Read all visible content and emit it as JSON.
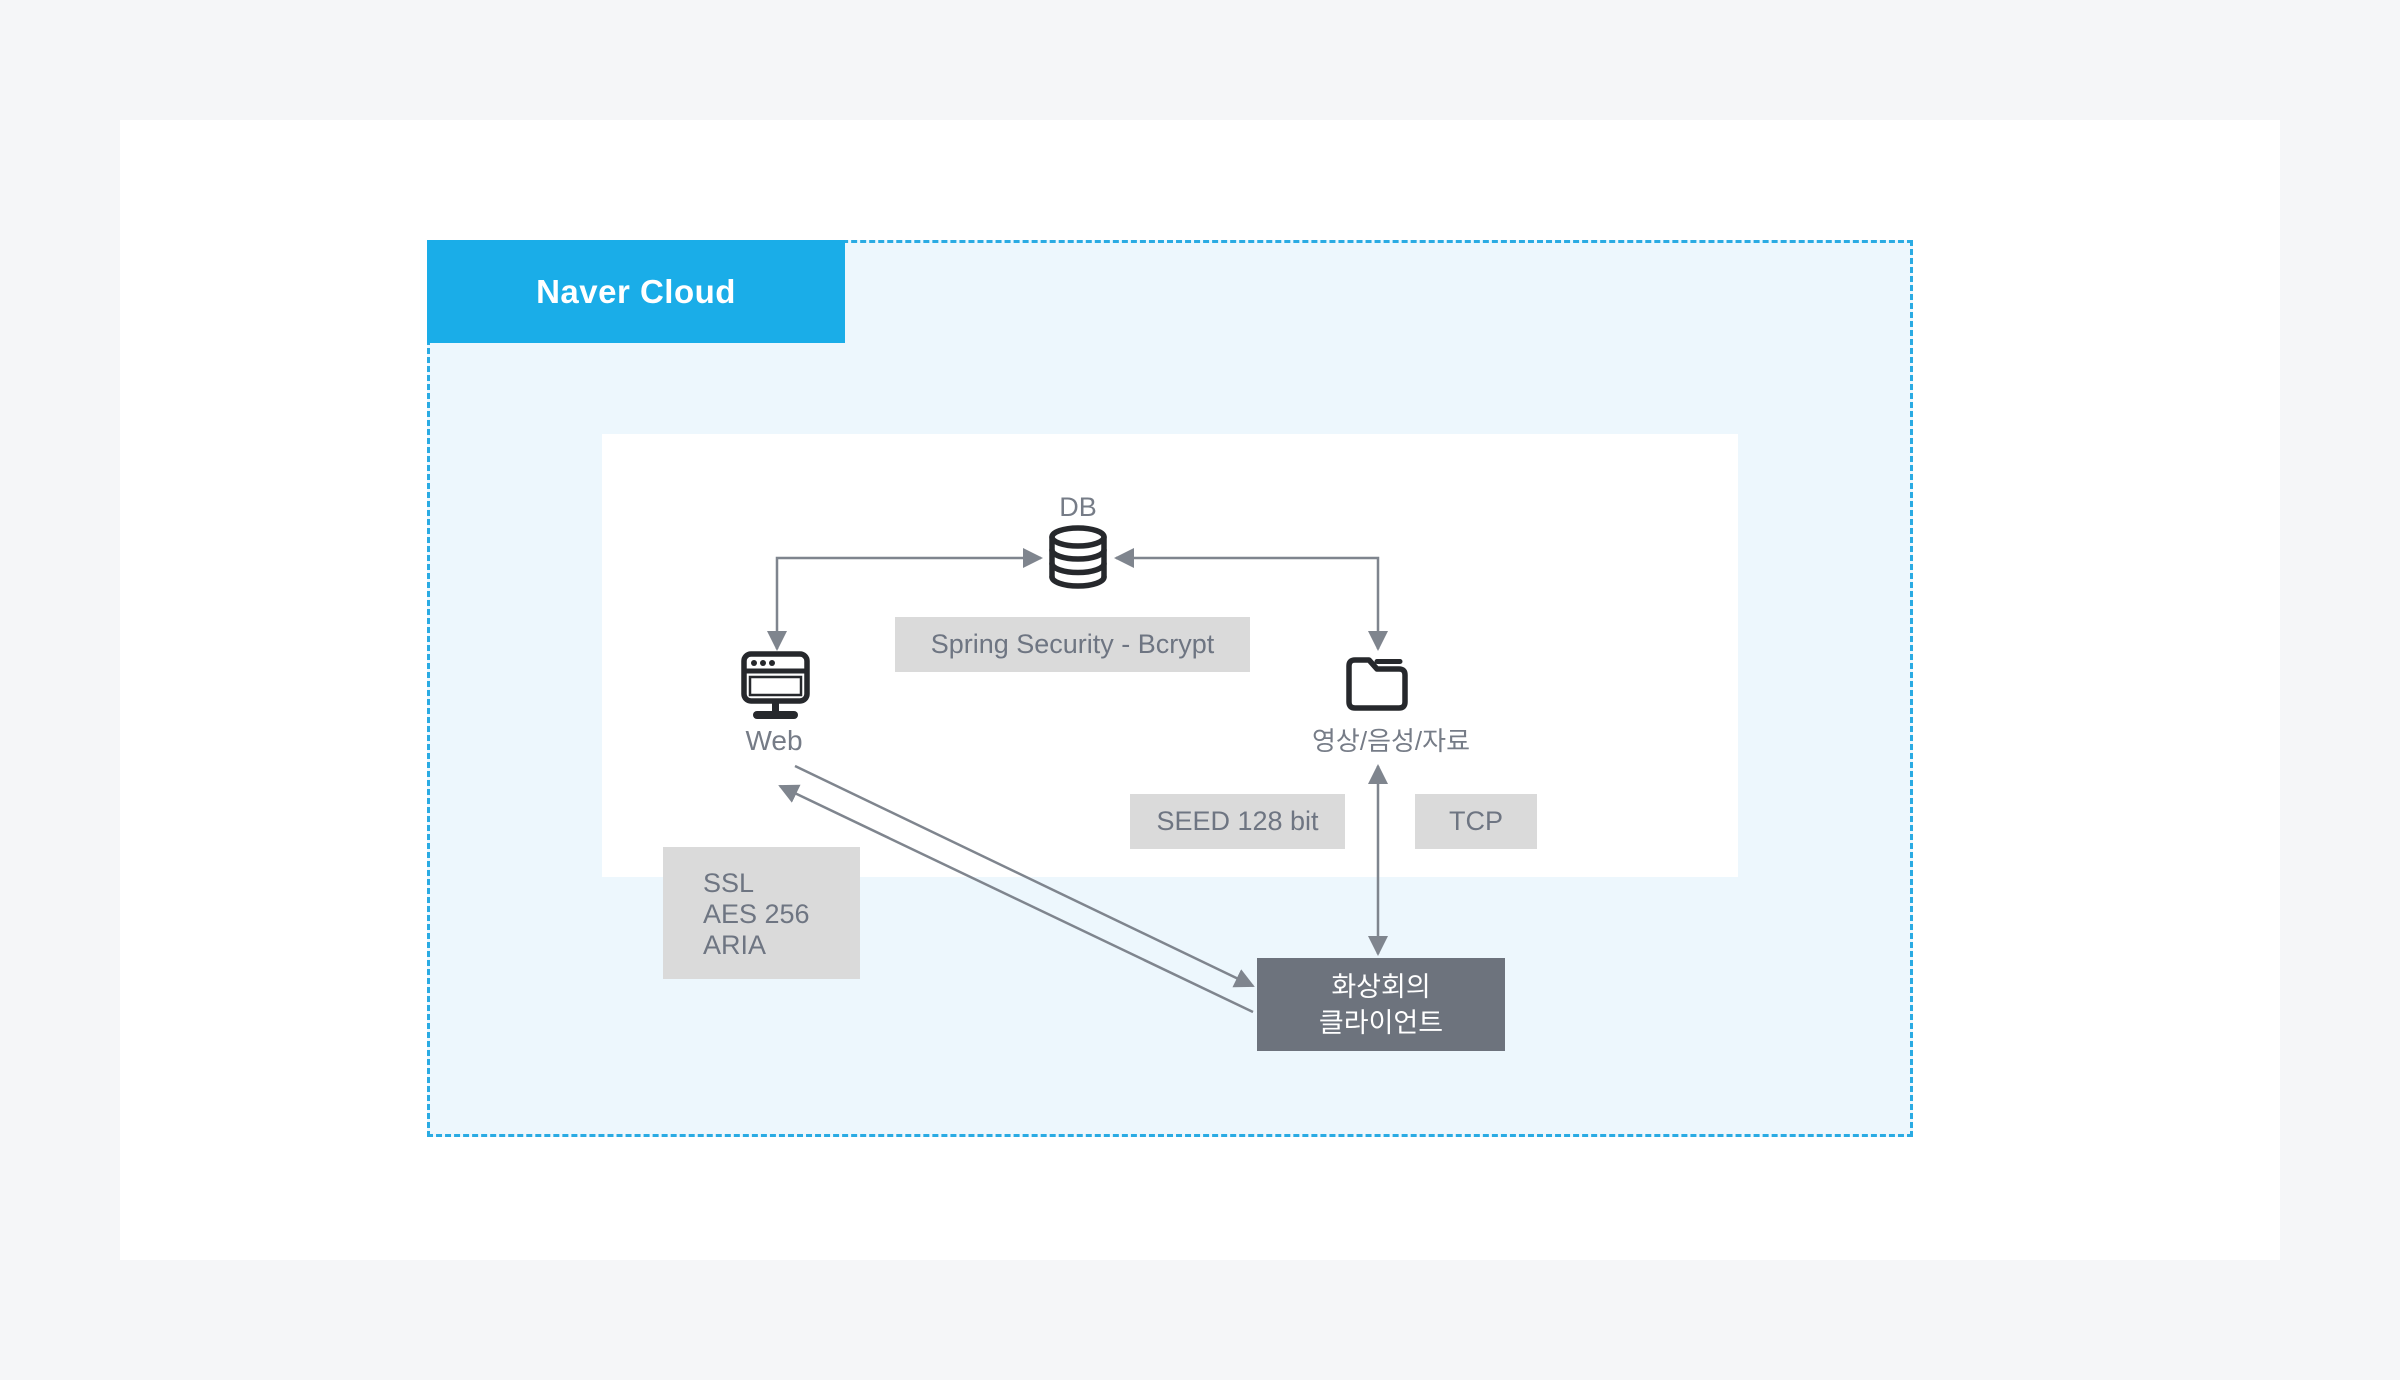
{
  "page": {
    "background": "#f5f6f8",
    "card_background": "#ffffff"
  },
  "cloud": {
    "label": "Naver Cloud",
    "accent_color": "#1aade8",
    "border_color": "#2aabe3",
    "zone_background": "#edf7fd"
  },
  "nodes": {
    "db": {
      "label": "DB"
    },
    "web": {
      "label": "Web"
    },
    "media": {
      "label": "영상/음성/자료"
    },
    "client": {
      "label_line1": "화상회의",
      "label_line2": "클라이언트",
      "background": "#6d737d"
    }
  },
  "tags": {
    "spring": "Spring Security - Bcrypt",
    "seed": "SEED 128 bit",
    "tcp": "TCP",
    "ssl_lines": [
      "SSL",
      "AES 256",
      "ARIA"
    ],
    "background": "#dadada",
    "text_color": "#6e7582"
  },
  "connectors": {
    "color": "#7f858e",
    "icon_color": "#26282c"
  }
}
